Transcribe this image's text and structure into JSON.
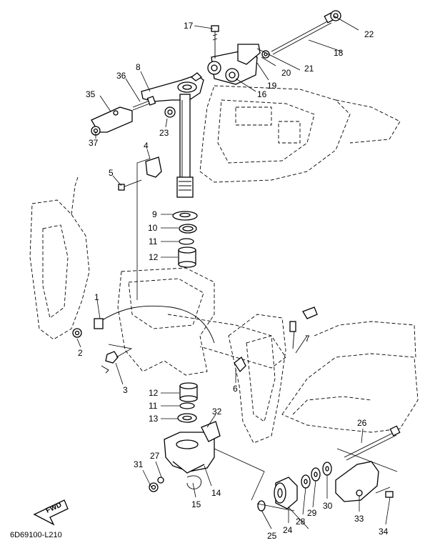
{
  "diagram_code": "6D69100-L210",
  "fwd_label": "FWD",
  "callouts": [
    {
      "id": "1",
      "text": "1"
    },
    {
      "id": "2",
      "text": "2"
    },
    {
      "id": "3",
      "text": "3"
    },
    {
      "id": "4",
      "text": "4"
    },
    {
      "id": "5",
      "text": "5"
    },
    {
      "id": "6",
      "text": "6"
    },
    {
      "id": "7",
      "text": "7"
    },
    {
      "id": "8",
      "text": "8"
    },
    {
      "id": "9",
      "text": "9"
    },
    {
      "id": "10a",
      "text": "10"
    },
    {
      "id": "11a",
      "text": "11"
    },
    {
      "id": "12a",
      "text": "12"
    },
    {
      "id": "12b",
      "text": "12"
    },
    {
      "id": "11b",
      "text": "11"
    },
    {
      "id": "13",
      "text": "13"
    },
    {
      "id": "14",
      "text": "14"
    },
    {
      "id": "15",
      "text": "15"
    },
    {
      "id": "16",
      "text": "16"
    },
    {
      "id": "17",
      "text": "17"
    },
    {
      "id": "18",
      "text": "18"
    },
    {
      "id": "19",
      "text": "19"
    },
    {
      "id": "20",
      "text": "20"
    },
    {
      "id": "21",
      "text": "21"
    },
    {
      "id": "22",
      "text": "22"
    },
    {
      "id": "23",
      "text": "23"
    },
    {
      "id": "24",
      "text": "24"
    },
    {
      "id": "25",
      "text": "25"
    },
    {
      "id": "26",
      "text": "26"
    },
    {
      "id": "27",
      "text": "27"
    },
    {
      "id": "28",
      "text": "28"
    },
    {
      "id": "29",
      "text": "29"
    },
    {
      "id": "30",
      "text": "30"
    },
    {
      "id": "31",
      "text": "31"
    },
    {
      "id": "32",
      "text": "32"
    },
    {
      "id": "33",
      "text": "33"
    },
    {
      "id": "34",
      "text": "34"
    },
    {
      "id": "35",
      "text": "35"
    },
    {
      "id": "36",
      "text": "36"
    },
    {
      "id": "37",
      "text": "37"
    }
  ]
}
